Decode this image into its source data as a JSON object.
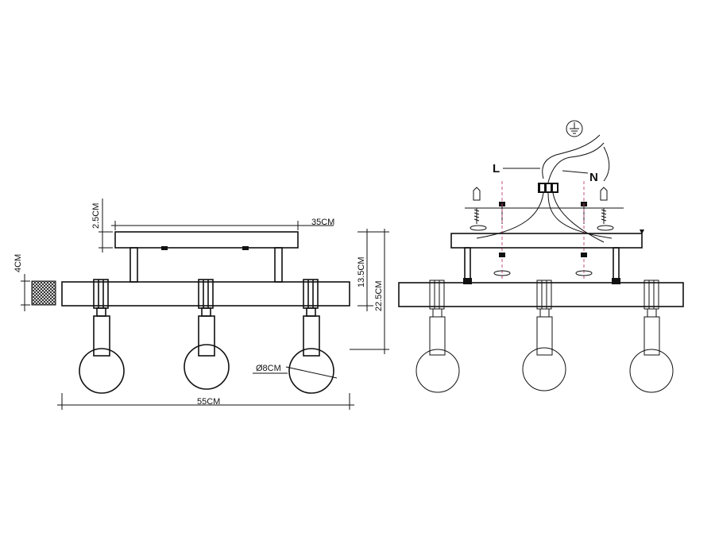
{
  "dimensions": {
    "canopy_width": "35CM",
    "canopy_height": "2.5CM",
    "bar_section": "4CM",
    "drop_height": "13.5CM",
    "total_height": "22.5CM",
    "bulb_diameter": "Ø8CM",
    "total_width": "55CM"
  },
  "wiring": {
    "live_label": "L",
    "neutral_label": "N"
  },
  "colors": {
    "line": "#111111",
    "guide": "#c0407a",
    "pattern": "#111111"
  }
}
